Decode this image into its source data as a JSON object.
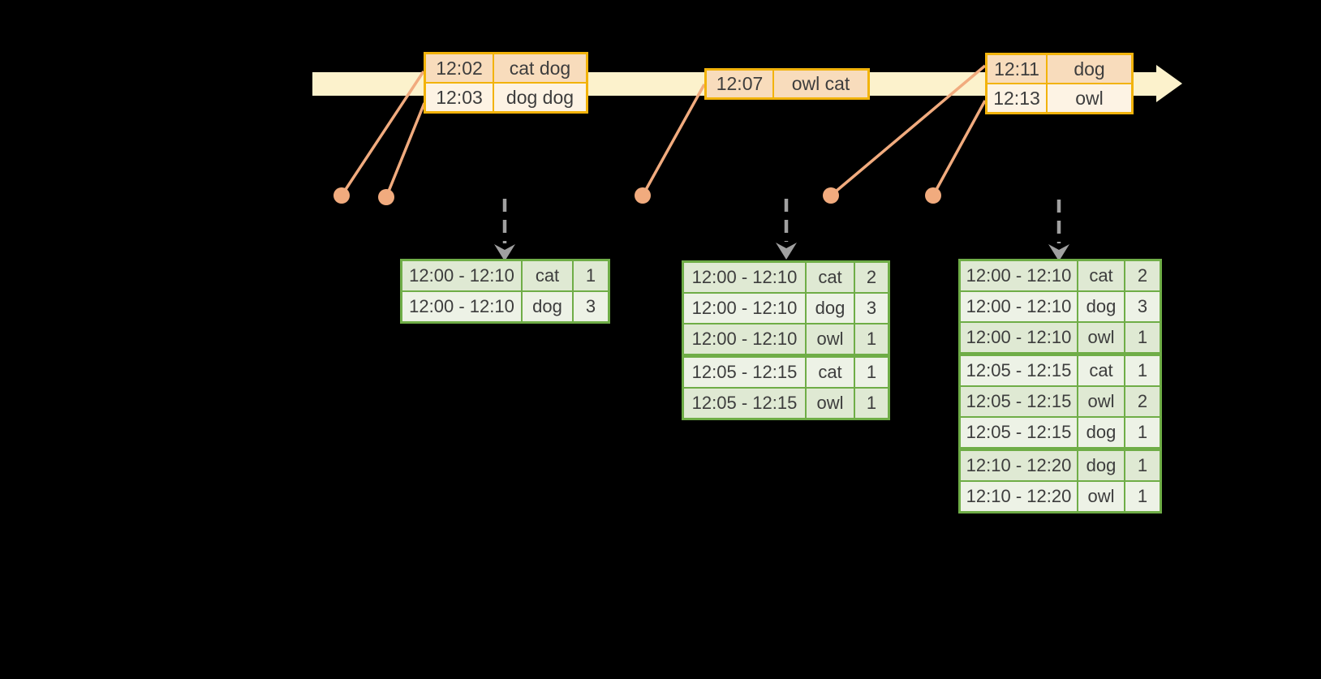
{
  "colors": {
    "background": "#000000",
    "timeline_fill": "#FCF2CC",
    "event_table_border": "#F2B30B",
    "event_row_peach": "#F8DCBC",
    "event_row_cream": "#FDF3E4",
    "connector_salmon": "#F1AB7E",
    "result_table_border": "#6FAD47",
    "result_row_green_tint": "#DFE9D3",
    "result_row_light_tint": "#EDF2E6",
    "trigger_arrow_gray": "#A0A0A0",
    "text": "#3D3D3D"
  },
  "icons": {
    "timeline_arrowhead": "right-arrow",
    "event_dot": "filled-circle",
    "trigger_arrow": "dashed-down-arrow"
  },
  "event_tables": [
    {
      "rows": [
        {
          "time": "12:02",
          "words": "cat dog"
        },
        {
          "time": "12:03",
          "words": "dog dog"
        }
      ]
    },
    {
      "rows": [
        {
          "time": "12:07",
          "words": "owl cat"
        }
      ]
    },
    {
      "rows": [
        {
          "time": "12:11",
          "words": "dog"
        },
        {
          "time": "12:13",
          "words": "owl"
        }
      ]
    }
  ],
  "result_tables": [
    {
      "groups": [
        {
          "rows": [
            {
              "window": "12:00 - 12:10",
              "word": "cat",
              "count": "1"
            },
            {
              "window": "12:00 - 12:10",
              "word": "dog",
              "count": "3"
            }
          ]
        }
      ]
    },
    {
      "groups": [
        {
          "rows": [
            {
              "window": "12:00 - 12:10",
              "word": "cat",
              "count": "2"
            },
            {
              "window": "12:00 - 12:10",
              "word": "dog",
              "count": "3"
            },
            {
              "window": "12:00 - 12:10",
              "word": "owl",
              "count": "1"
            }
          ]
        },
        {
          "rows": [
            {
              "window": "12:05 - 12:15",
              "word": "cat",
              "count": "1"
            },
            {
              "window": "12:05 - 12:15",
              "word": "owl",
              "count": "1"
            }
          ]
        }
      ]
    },
    {
      "groups": [
        {
          "rows": [
            {
              "window": "12:00 - 12:10",
              "word": "cat",
              "count": "2"
            },
            {
              "window": "12:00 - 12:10",
              "word": "dog",
              "count": "3"
            },
            {
              "window": "12:00 - 12:10",
              "word": "owl",
              "count": "1"
            }
          ]
        },
        {
          "rows": [
            {
              "window": "12:05 - 12:15",
              "word": "cat",
              "count": "1"
            },
            {
              "window": "12:05 - 12:15",
              "word": "owl",
              "count": "2"
            },
            {
              "window": "12:05 - 12:15",
              "word": "dog",
              "count": "1"
            }
          ]
        },
        {
          "rows": [
            {
              "window": "12:10 - 12:20",
              "word": "dog",
              "count": "1"
            },
            {
              "window": "12:10 - 12:20",
              "word": "owl",
              "count": "1"
            }
          ]
        }
      ]
    }
  ]
}
